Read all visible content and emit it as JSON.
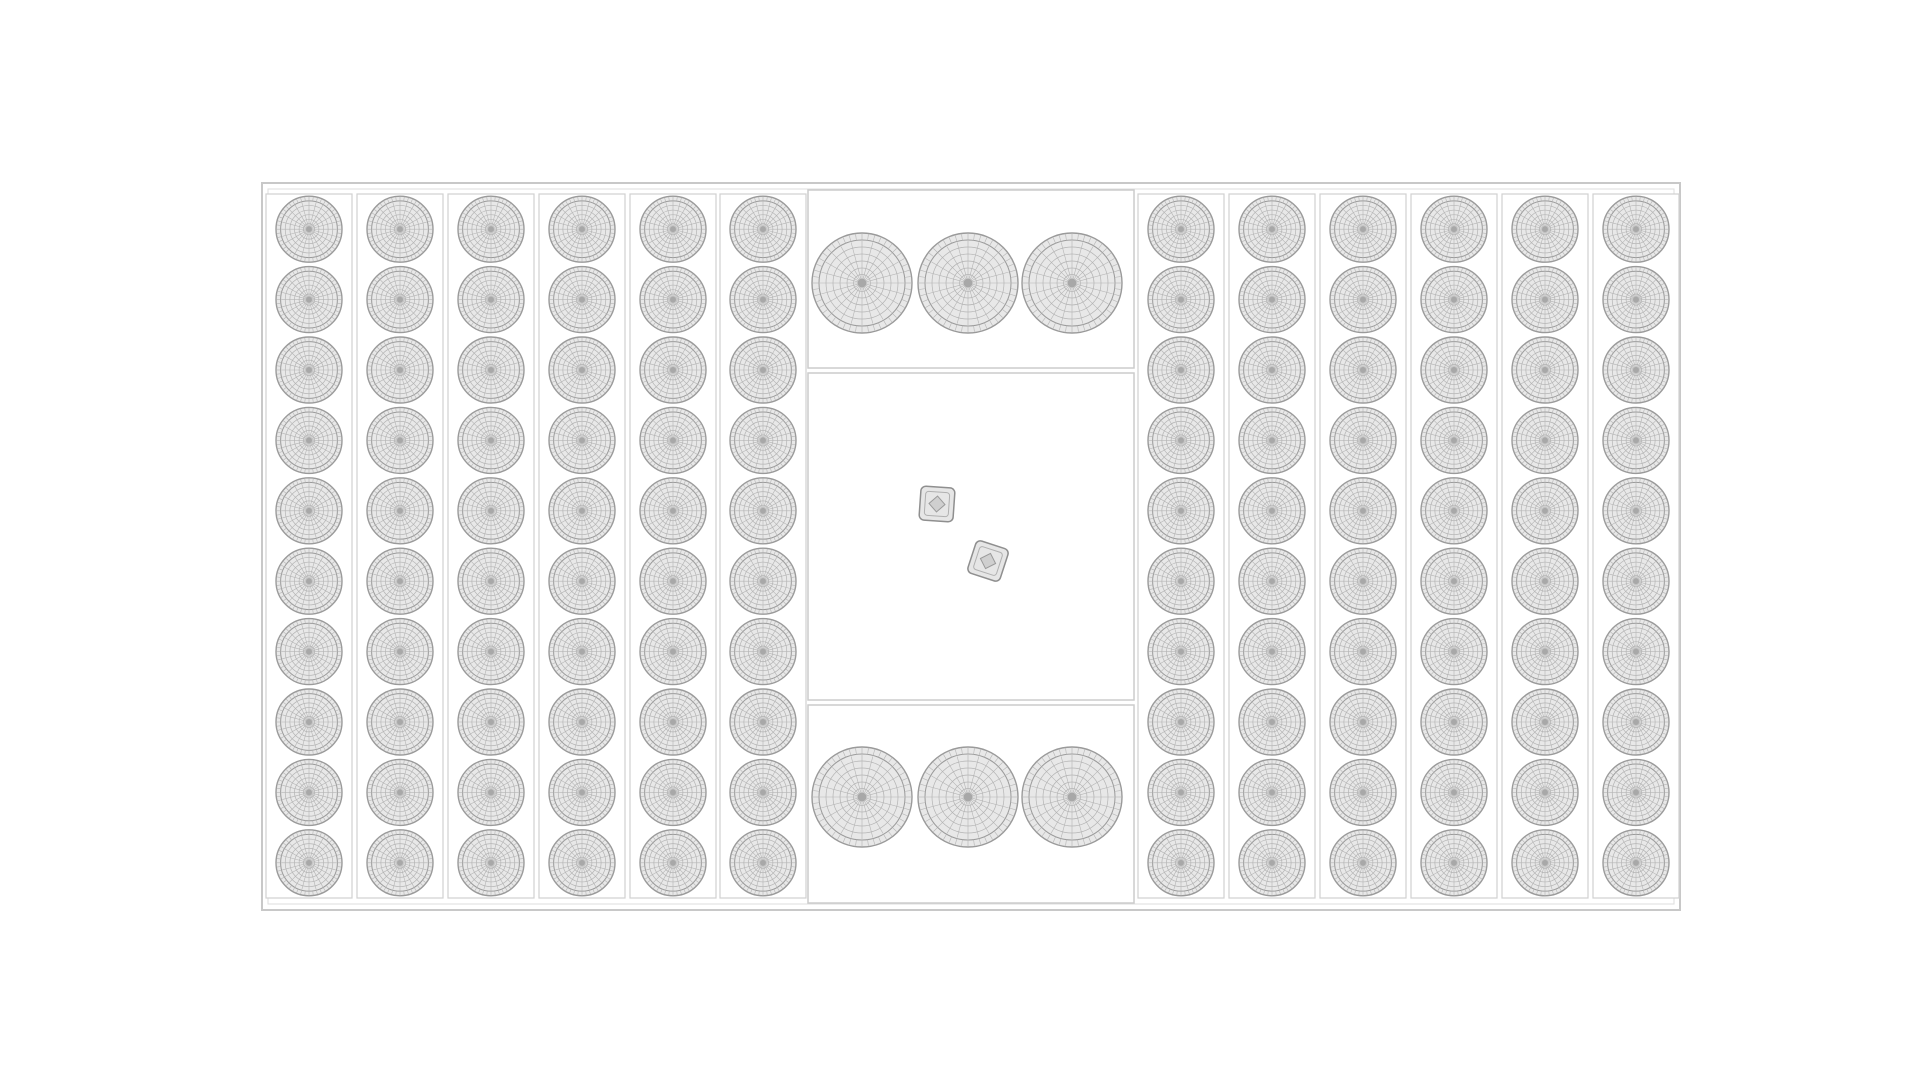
{
  "game": {
    "pieces_per_column": 10,
    "left_columns": 6,
    "right_columns": 6,
    "top_center_pieces": 3,
    "bottom_center_pieces": 3,
    "dice": [
      {
        "name": "die-1",
        "rotation_deg": 4
      },
      {
        "name": "die-2",
        "rotation_deg": 18
      }
    ]
  },
  "colors": {
    "background": "#ffffff",
    "board_line": "#c8c8c8",
    "column_line": "#d0d0d0",
    "piece_fill": "#e8e8e8",
    "piece_stroke": "#9a9a9a",
    "piece_mesh": "#b4b4b4",
    "piece_center": "#a8a8a8",
    "die_fill": "#e6e6e6",
    "die_stroke": "#8f8f8f"
  }
}
